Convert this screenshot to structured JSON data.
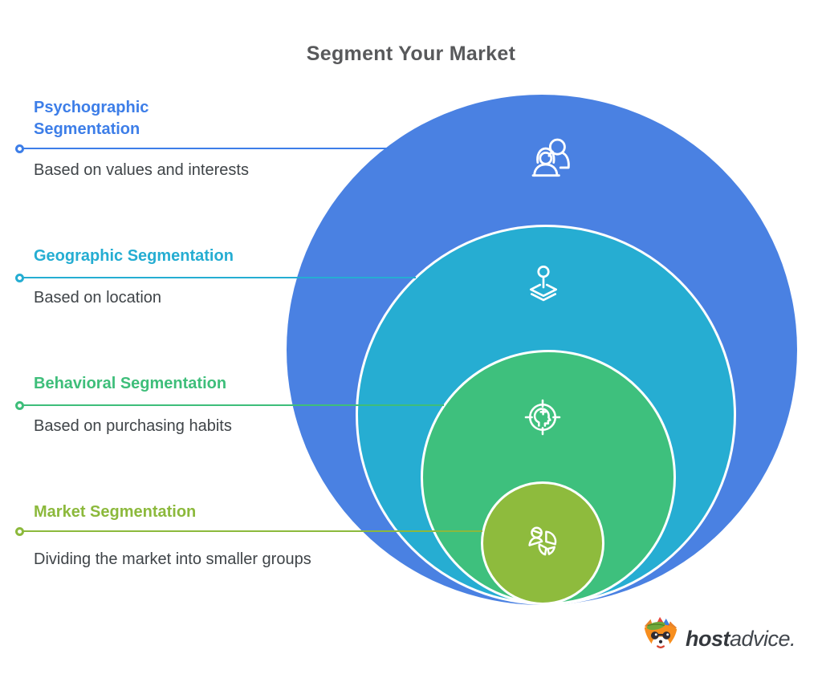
{
  "title": "Segment Your Market",
  "segments": [
    {
      "label": "Psychographic Segmentation",
      "description": "Based on values and interests",
      "color": "#3D7EE8",
      "circle_fill": "#4A81E2",
      "icon": "people-icon"
    },
    {
      "label": "Geographic Segmentation",
      "description": "Based on location",
      "color": "#25ADD2",
      "circle_fill": "#26ADD2",
      "icon": "map-layers-pin-icon"
    },
    {
      "label": "Behavioral Segmentation",
      "description": "Based on purchasing habits",
      "color": "#3EBE7A",
      "circle_fill": "#3EC07D",
      "icon": "target-head-icon"
    },
    {
      "label": "Market Segmentation",
      "description": "Dividing the market into smaller groups",
      "color": "#8CB93C",
      "circle_fill": "#8EBB3D",
      "icon": "person-pie-chart-icon"
    }
  ],
  "logo": {
    "brand_bold": "host",
    "brand_regular": "advice."
  }
}
